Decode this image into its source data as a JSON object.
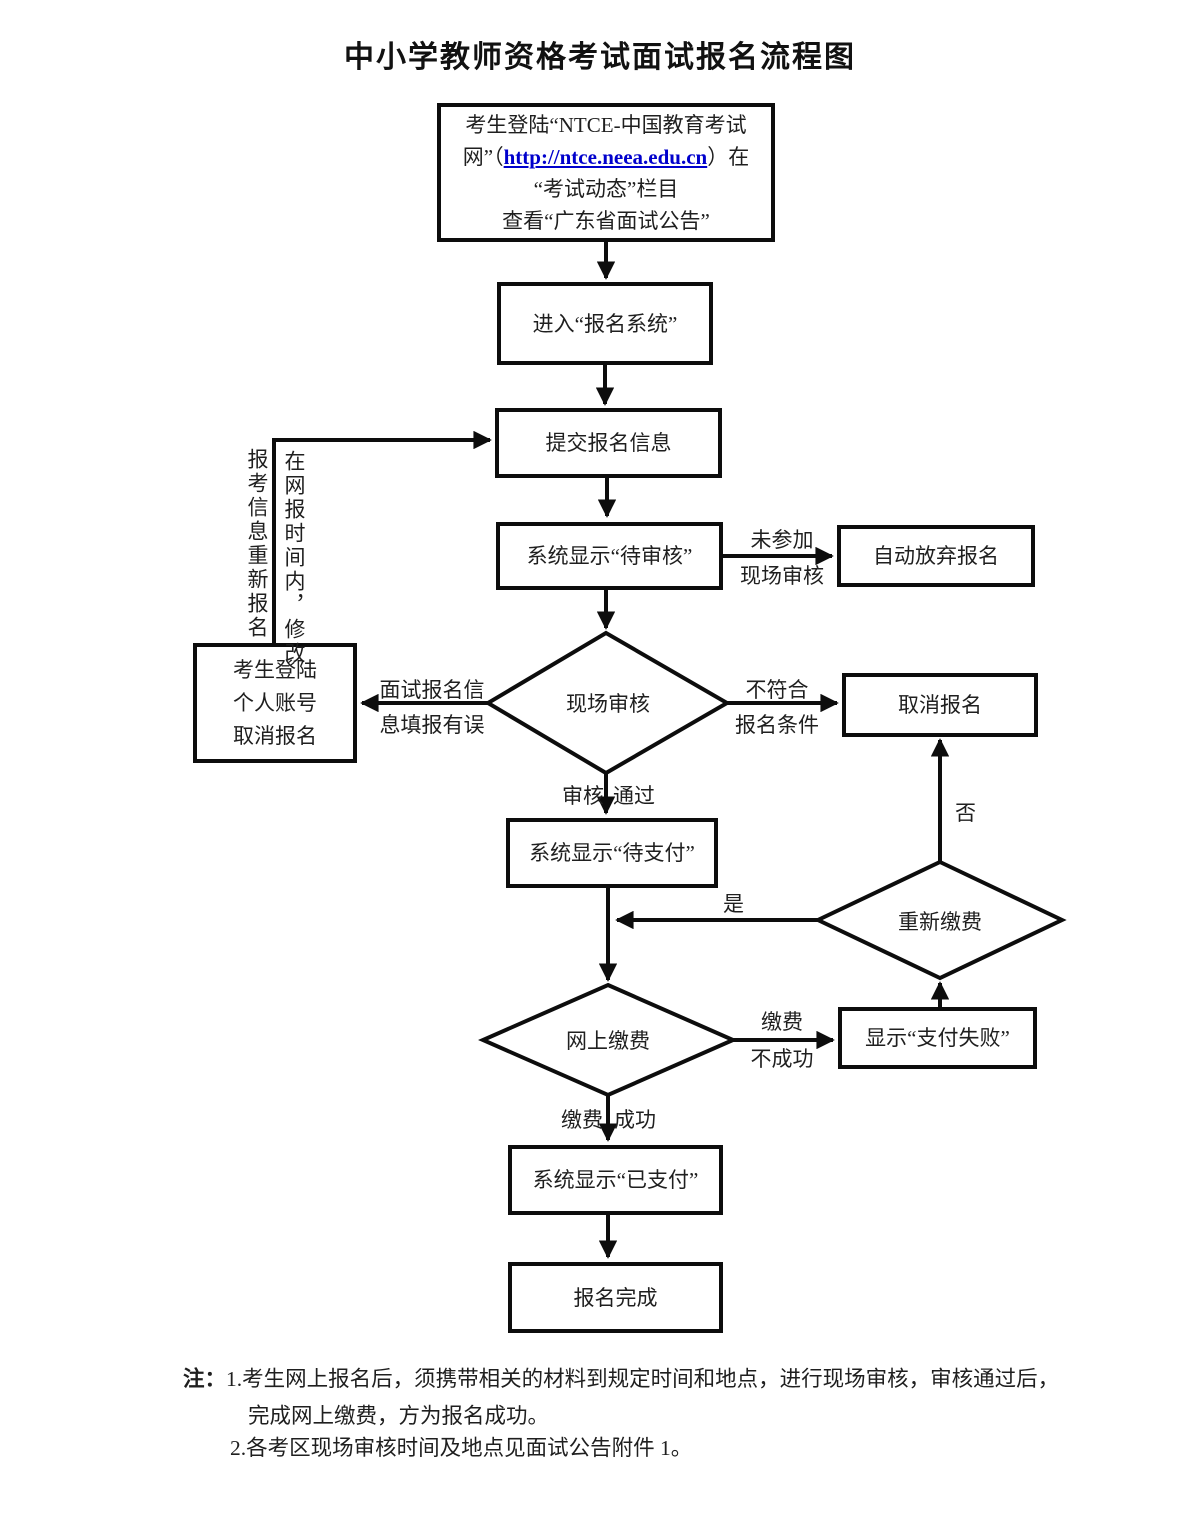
{
  "title": "中小学教师资格考试面试报名流程图",
  "colors": {
    "line": "#000000",
    "link": "#0000cc",
    "background": "#ffffff"
  },
  "nodes": {
    "notice": {
      "line1": "考生登陆“NTCE-中国教育考试",
      "line2_pre": "网”（",
      "link": "http://ntce.neea.edu.cn",
      "line2_post": "）在",
      "line3": "“考试动态”栏目",
      "line4": "查看“广东省面试公告”"
    },
    "enter_system": "进入“报名系统”",
    "submit_info": "提交报名信息",
    "pending_review": "系统显示“待审核”",
    "auto_abandon": "自动放弃报名",
    "onsite_review": "现场审核",
    "cancel_login_line1": "考生登陆",
    "cancel_login_line2": "个人账号",
    "cancel_login_line3": "取消报名",
    "cancel_registration": "取消报名",
    "pending_payment": "系统显示“待支付”",
    "repay": "重新缴费",
    "online_payment": "网上缴费",
    "payment_failed": "显示“支付失败”",
    "paid": "系统显示“已支付”",
    "complete": "报名完成"
  },
  "edge_labels": {
    "no_onsite_line1": "未参加",
    "no_onsite_line2": "现场审核",
    "info_error_line1": "面试报名信",
    "info_error_line2": "息填报有误",
    "not_qualified_line1": "不符合",
    "not_qualified_line2": "报名条件",
    "review_pass_left": "审核",
    "review_pass_right": "通过",
    "yes": "是",
    "no": "否",
    "pay_fail_line1": "缴费",
    "pay_fail_line2": "不成功",
    "pay_success_left": "缴费",
    "pay_success_right": "成功",
    "vertical_left": "报考信息重新报名",
    "vertical_right": "在网报时间内，修改"
  },
  "notes": {
    "prefix": "注：",
    "item1_line1": "1.考生网上报名后，须携带相关的材料到规定时间和地点，进行现场审核，审核通过后，",
    "item1_line2": "完成网上缴费，方为报名成功。",
    "item2": "2.各考区现场审核时间及地点见面试公告附件 1。"
  }
}
